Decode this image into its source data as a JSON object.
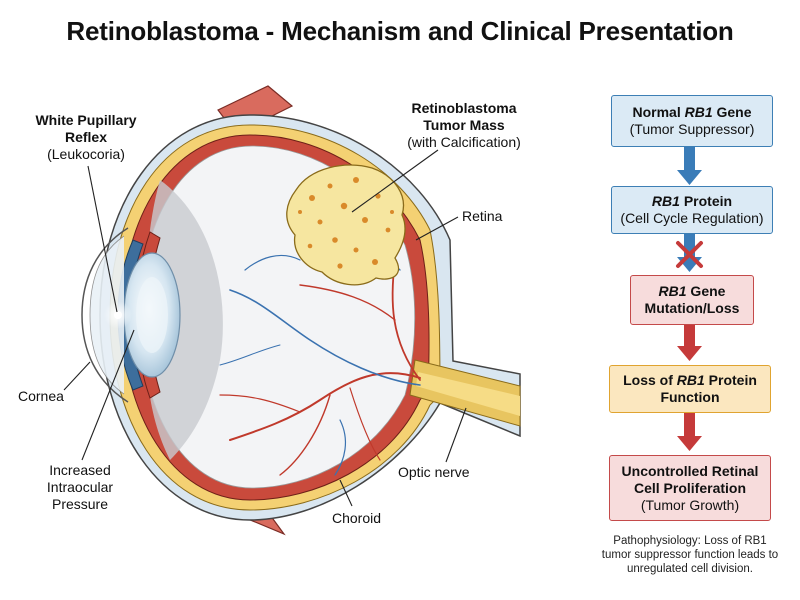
{
  "title": "Retinoblastoma - Mechanism and Clinical Presentation",
  "labels": {
    "pupillary_title": "White Pupillary Reflex",
    "pupillary_sub": "(Leukocoria)",
    "tumor_title": "Retinoblastoma Tumor Mass",
    "tumor_sub": "(with Calcification)",
    "retina": "Retina",
    "cornea": "Cornea",
    "pressure": "Increased Intraocular Pressure",
    "optic_nerve": "Optic nerve",
    "choroid": "Choroid"
  },
  "flow": [
    {
      "pre": "Normal ",
      "gene": "RB1",
      "post": " Gene",
      "sub": "(Tumor Suppressor)"
    },
    {
      "pre": "",
      "gene": "RB1",
      "post": " Protein",
      "sub": "(Cell Cycle Regulation)"
    },
    {
      "pre": "",
      "gene": "RB1",
      "post": " Gene Mutation/Loss",
      "sub": ""
    },
    {
      "pre": "Loss of ",
      "gene": "RB1",
      "post": " Protein Function",
      "sub": ""
    },
    {
      "pre": "",
      "gene": "",
      "post": "Uncontrolled Retinal Cell Proliferation",
      "sub": "(Tumor Growth)"
    }
  ],
  "footnote": "Pathophysiology: Loss of RB1 tumor suppressor function leads to unregulated cell division.",
  "colors": {
    "blue_fill": "#dbeaf5",
    "blue_stroke": "#3d7fb5",
    "red_fill": "#f7dcdc",
    "red_stroke": "#c44a4a",
    "amber_fill": "#fbe7bf",
    "amber_stroke": "#e0a430",
    "arrow_blue": "#3a7cb8",
    "arrow_red": "#c53a3a"
  }
}
